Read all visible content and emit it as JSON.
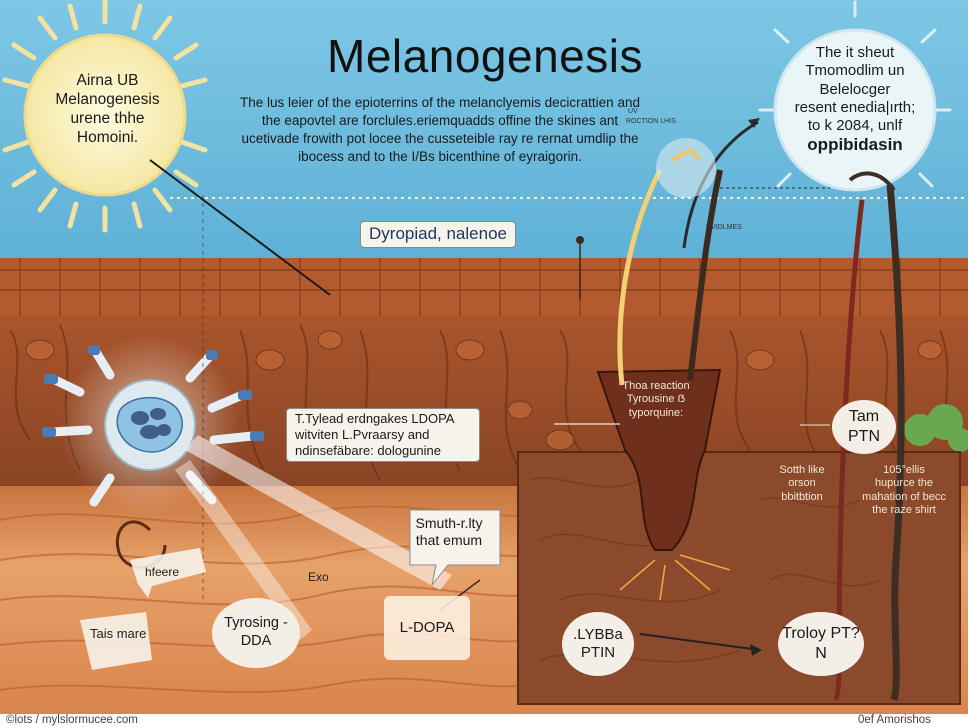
{
  "title": "Melanogenesis",
  "intro": "The lus leier of the epioterrins of the melanclyemis decicrattien and the eapovtel are forclules.eriemquadds offine the skines ant ucetivade frowith pot locee the cusseteible ray re rernat umdlip the ibocess and to the  I/Bs bicenthine of eyraigorin.",
  "sun_text": "Airna UB Melanogenesis urene thhe Homoini.",
  "top_right_bubble": {
    "line1": "The it sheut",
    "line2": "Tmomodlim un",
    "line3": "Belelocger",
    "line4": "resent enedia|ırth;",
    "line5": "to k 2084, unlf",
    "line6": "oppibidasin"
  },
  "uv_label_1": "UV",
  "uv_label_2": "ROCTION LHIS",
  "small_label_right": "DVIDLMES",
  "dyropiad": "Dyropiad, nalenoe",
  "tylead": "T.Tylead erdngakes LDOPA witviten L.Pvraarsy and ndinsefäbare: dologunine",
  "smuth": "Smuth-r.lty that emum",
  "tyrosine_circle": "Tyrosing -DDA",
  "ldopa": "L-DOPA",
  "tam_ptn": "Tam PTN",
  "ptin_left": ".LYBBa PTIN",
  "ptin_right": "Troloy PT?N",
  "melanocyte_reaction": "Thoa reaction Tyrousine ẞ typorquine:",
  "south_text": "Sotth like orson bbitbtion",
  "pct_text": "105°ellis hupurce the mahation of becc the raze shirt",
  "hfeere": "hfeere",
  "rais_mare": "Tais mare",
  "exo": "Exo",
  "footer_left": "©lots / mylslormucee.com",
  "footer_right": "0ef Amorishos",
  "colors": {
    "sky": "#5fb6d9",
    "sun": "#f7ecb0",
    "skin_top": "#b3582f",
    "dermis": "#9a4d26",
    "deep_layer": "#e7a768",
    "inset": "#8c4a2c"
  }
}
